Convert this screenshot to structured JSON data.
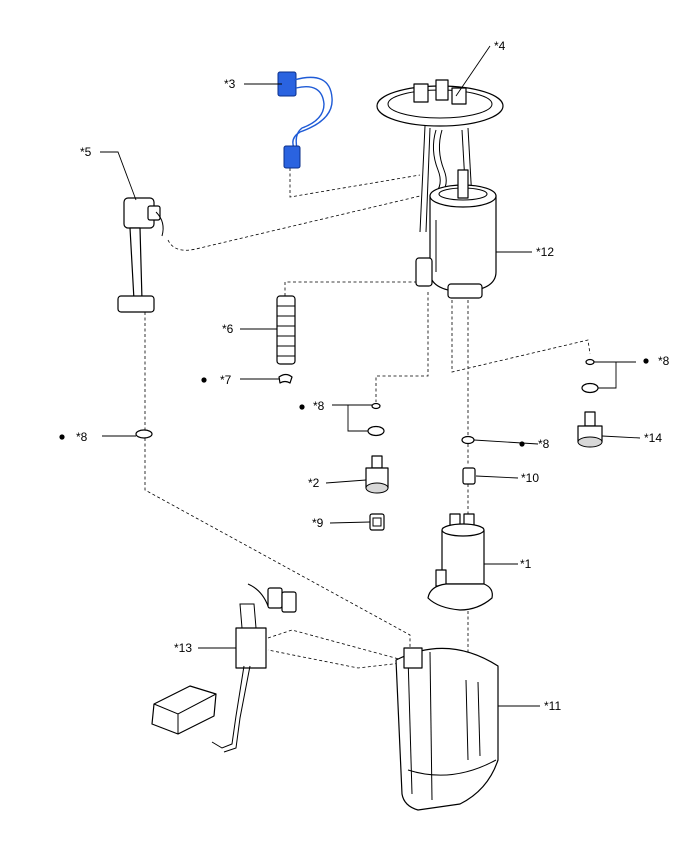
{
  "parts": {
    "p1": "*1",
    "p2": "*2",
    "p3": "*3",
    "p4": "*4",
    "p5": "*5",
    "p6": "*6",
    "p7": "*7",
    "p8a": "*8",
    "p8b": "*8",
    "p8c": "*8",
    "p8d": "*8",
    "p9": "*9",
    "p10": "*10",
    "p11": "*11",
    "p12": "*12",
    "p13": "*13",
    "p14": "*14"
  },
  "colors": {
    "line": "#000000",
    "wire_harness": "#1f5bd6",
    "background": "#ffffff"
  },
  "icons": {
    "non_reusable_marker": "filled-dot-icon"
  }
}
